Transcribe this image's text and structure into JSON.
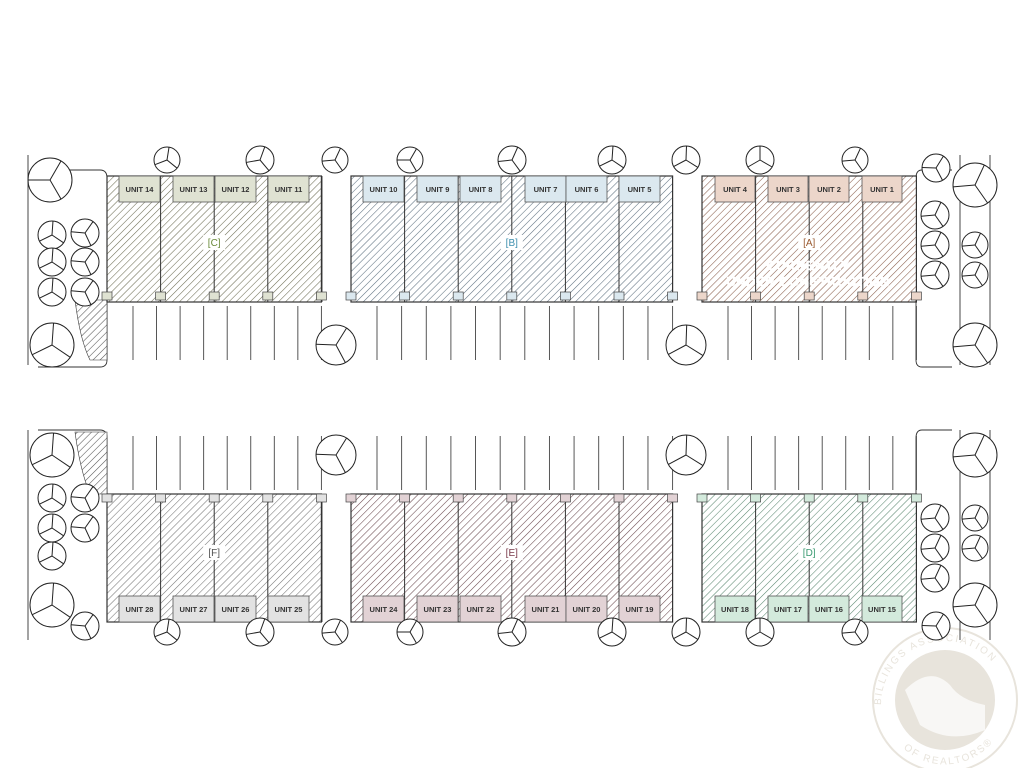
{
  "buildings": [
    {
      "id": "C",
      "label": "[C]",
      "row": "top",
      "color": "#6e6e55",
      "unit_fill": "#dfe2d2",
      "label_color": "#6a8a3a",
      "units": [
        "UNIT 14",
        "UNIT 13",
        "UNIT 12",
        "UNIT 11"
      ]
    },
    {
      "id": "B",
      "label": "[B]",
      "row": "top",
      "color": "#5e7080",
      "unit_fill": "#dbe8ef",
      "label_color": "#3d8fae",
      "units": [
        "UNIT 10",
        "UNIT 9",
        "UNIT 8",
        "UNIT 7",
        "UNIT 6",
        "UNIT 5"
      ]
    },
    {
      "id": "A",
      "label": "[A]",
      "row": "top",
      "color": "#8a5e4c",
      "unit_fill": "#ecd6ca",
      "label_color": "#9a5a30",
      "units": [
        "UNIT 4",
        "UNIT 3",
        "UNIT 2",
        "UNIT 1"
      ]
    },
    {
      "id": "F",
      "label": "[F]",
      "row": "bottom",
      "color": "#777777",
      "unit_fill": "#e2e2e2",
      "label_color": "#555555",
      "units": [
        "UNIT 28",
        "UNIT 27",
        "UNIT 26",
        "UNIT 25"
      ]
    },
    {
      "id": "E",
      "label": "[E]",
      "row": "bottom",
      "color": "#6b4a50",
      "unit_fill": "#e2d2d5",
      "label_color": "#7a3a4a",
      "units": [
        "UNIT 24",
        "UNIT 23",
        "UNIT 22",
        "UNIT 21",
        "UNIT 20",
        "UNIT 19"
      ]
    },
    {
      "id": "D",
      "label": "[D]",
      "row": "bottom",
      "color": "#5e8a73",
      "unit_fill": "#d3eadc",
      "label_color": "#3a9a72",
      "units": [
        "UNIT 18",
        "UNIT 17",
        "UNIT 16",
        "UNIT 15"
      ]
    }
  ],
  "note": {
    "line1": "CURRENTLY",
    "line2": "UNDER CONSTRUCTION",
    "building": "A"
  },
  "watermark": {
    "top_text": "BILLINGS ASSOCIATION",
    "bottom_text": "OF REALTORS®",
    "color": "#e8e4dc"
  },
  "icons": {
    "tree": "tree-symbol-icon",
    "seal": "realtor-seal-icon"
  }
}
